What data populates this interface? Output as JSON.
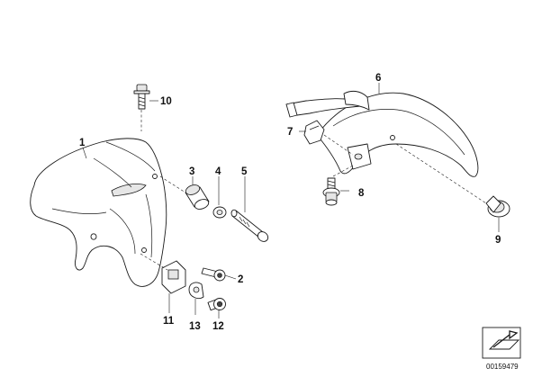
{
  "labels": {
    "l1": "1",
    "l2": "2",
    "l3": "3",
    "l4": "4",
    "l5": "5",
    "l6": "6",
    "l7": "7",
    "l8": "8",
    "l9": "9",
    "l10": "10",
    "l11": "11",
    "l12": "12",
    "l13": "13"
  },
  "drawing_number": "00159479",
  "icons": {
    "legend": "arrow-symbol-icon"
  }
}
